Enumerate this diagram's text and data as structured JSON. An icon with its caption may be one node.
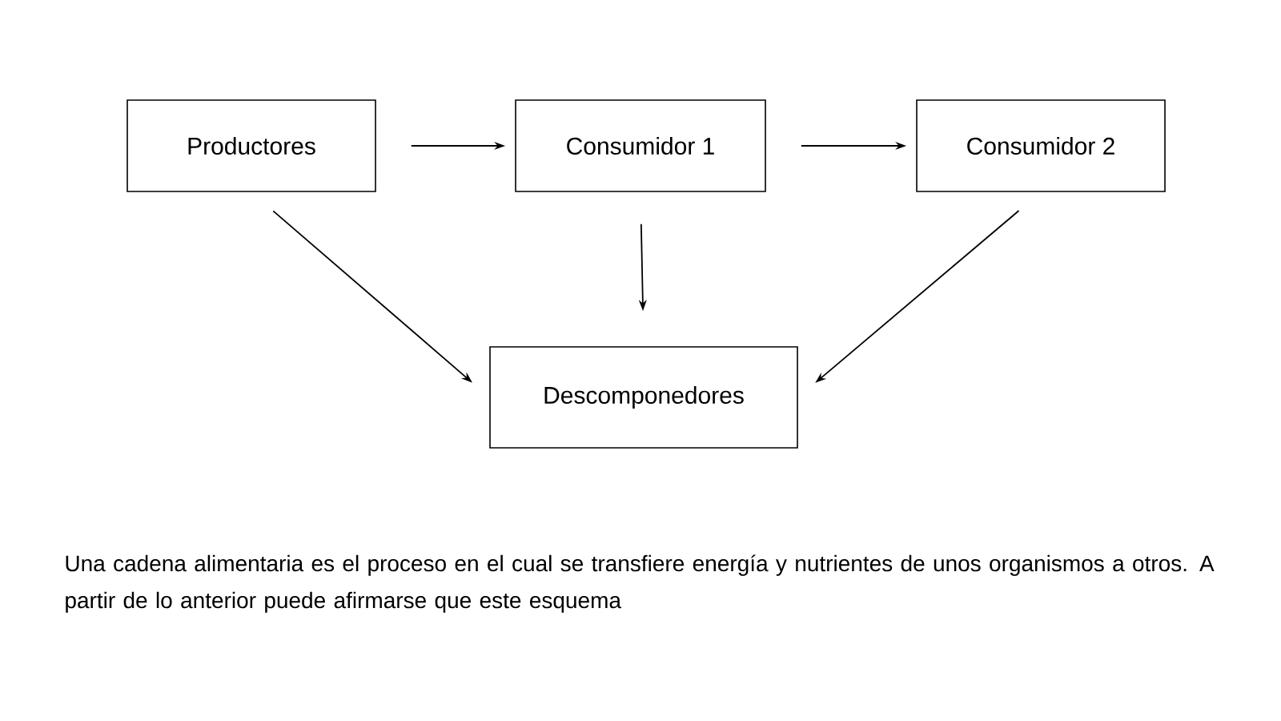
{
  "diagram": {
    "caption": "Una cadena alimentaria es el proceso en el cual se transfiere energía y nutrientes de unos organismos a otros. A partir de lo anterior puede afirmarse que este esquema",
    "nodes": [
      {
        "text": [
          "Productores"
        ]
      },
      {
        "text": [
          "Consumidor 1"
        ]
      },
      {
        "text": [
          "Consumidor 2"
        ]
      },
      {
        "text": [
          "Descomponedores"
        ]
      }
    ],
    "edges": [
      {
        "from": 0,
        "to": 1,
        "arrow": "to"
      },
      {
        "from": 1,
        "to": 2,
        "arrow": "to"
      },
      {
        "from": 0,
        "to": 3,
        "arrow": "to"
      },
      {
        "from": 1,
        "to": 3,
        "arrow": "to"
      },
      {
        "from": 2,
        "to": 3,
        "arrow": "to"
      }
    ]
  }
}
